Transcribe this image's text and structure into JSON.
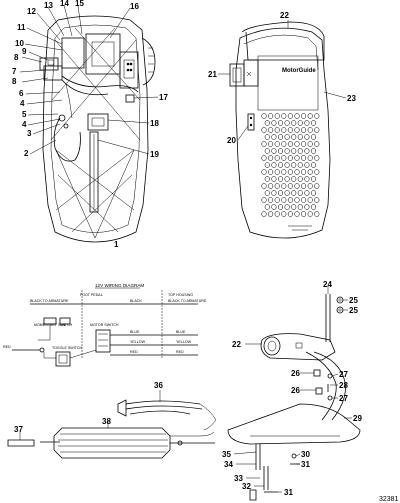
{
  "foot_pedal_callouts": [
    "12",
    "13",
    "14",
    "15",
    "16",
    "11",
    "10",
    "9",
    "8",
    "7",
    "8",
    "6",
    "4",
    "5",
    "4",
    "3",
    "2",
    "17",
    "18",
    "19",
    "1"
  ],
  "pedal_cover_callouts": [
    "22",
    "21",
    "23",
    "20"
  ],
  "brand_text": "MotorGuide",
  "wiring": {
    "title": "12V WIRING DIAGRAM",
    "labels": {
      "foot_pedal": "FOOT PEDAL",
      "top_housing": "TOP HOUSING",
      "black_to_armature": "BLACK TO ARMATURE",
      "black": "BLACK",
      "black_to_armature_2": "BLACK TO ARMATURE",
      "momentary_switch": "MOMENTARY SWITCH",
      "on": "ON",
      "motor_switch": "MOTOR SWITCH",
      "blue": "BLUE",
      "blue_2": "BLUE",
      "yellow": "YELLOW",
      "yellow_2": "YELLOW",
      "red": "RED",
      "red_2": "RED",
      "red_3": "RED",
      "toggle_switch": "TOGGLE SWITCH"
    }
  },
  "cable_callouts": [
    "36",
    "37",
    "38"
  ],
  "head_callouts": [
    "24",
    "25",
    "25",
    "22",
    "26",
    "27",
    "28",
    "26",
    "27",
    "29",
    "35",
    "30",
    "34",
    "31",
    "33",
    "32",
    "31"
  ],
  "part_number": "32381"
}
